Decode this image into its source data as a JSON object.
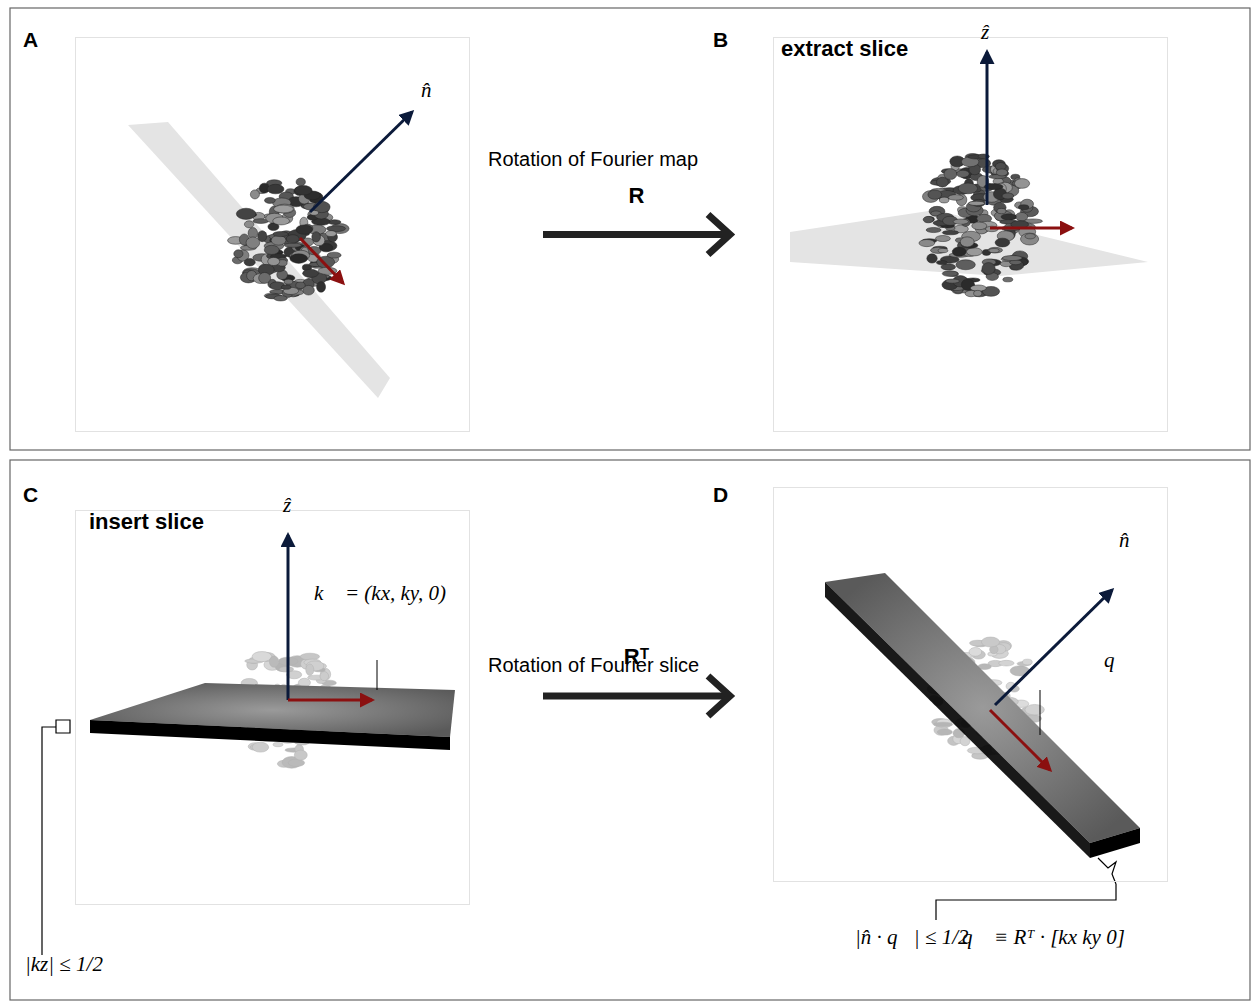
{
  "diagram": {
    "nodes": [
      {
        "text": [
          "A",
          "n̂"
        ]
      },
      {
        "text": [
          "B",
          "extract slice",
          "ẑ"
        ]
      },
      {
        "text": [
          "C",
          "insert slice",
          "ẑ",
          "k⃗ = (kx, ky, 0)"
        ]
      },
      {
        "text": [
          "D",
          "n̂",
          "q⃗"
        ]
      }
    ],
    "edges": [
      {
        "from": 0,
        "to": 1,
        "arrow": "to",
        "label": "R"
      },
      {
        "from": 2,
        "to": 3,
        "arrow": "to",
        "label": "Rᵀ"
      }
    ],
    "labels": [
      "Rotation of Fourier map",
      "Rotation of Fourier slice",
      "|kz| ≤ 1/2",
      "|n̂ · q⃗| ≤ 1/2",
      "q⃗ ≡ Rᵀ · [kx ky 0]"
    ]
  }
}
